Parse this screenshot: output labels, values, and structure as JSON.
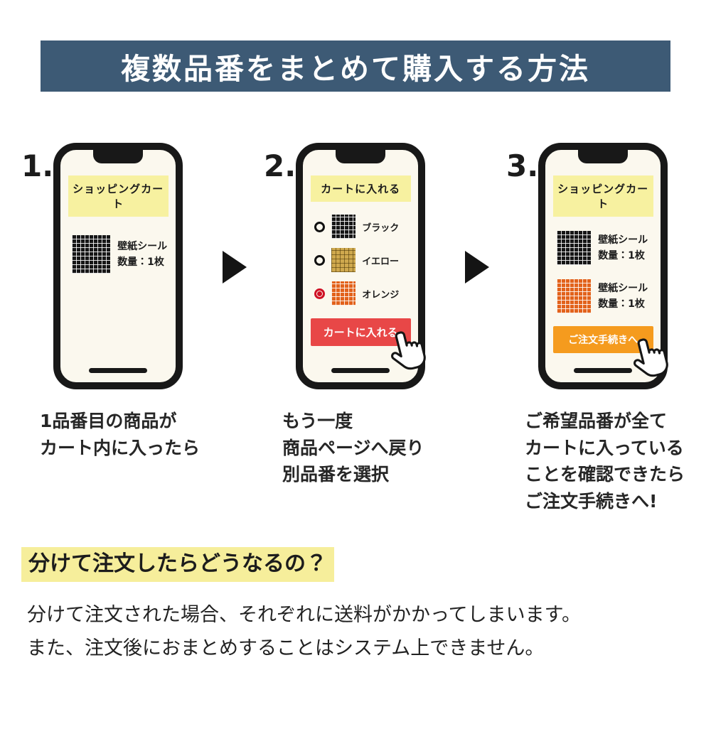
{
  "colors": {
    "banner_bg": "#3d5a75",
    "phone_screen": "#fbf8ee",
    "phone_header_bg": "#f7f1a0",
    "red_button": "#e84747",
    "orange_button": "#f59b1e",
    "highlight": "#f6ee9b",
    "radio_selected": "#cf1126"
  },
  "banner": {
    "title": "複数品番をまとめて購入する方法"
  },
  "steps": [
    {
      "number": "1.",
      "phone_header": "ショッピングカート",
      "items": [
        {
          "swatch": "black",
          "name": "壁紙シール",
          "qty": "数量：1枚"
        }
      ],
      "caption": "1品番目の商品が\nカート内に入ったら"
    },
    {
      "number": "2.",
      "phone_header": "カートに入れる",
      "options": [
        {
          "label": "ブラック",
          "swatch": "black",
          "selected": false
        },
        {
          "label": "イエロー",
          "swatch": "yellow",
          "selected": false
        },
        {
          "label": "オレンジ",
          "swatch": "orange",
          "selected": true
        }
      ],
      "button": "カートに入れる",
      "caption": "もう一度\n商品ページへ戻り\n別品番を選択"
    },
    {
      "number": "3.",
      "phone_header": "ショッピングカート",
      "items": [
        {
          "swatch": "black",
          "name": "壁紙シール",
          "qty": "数量：1枚"
        },
        {
          "swatch": "orange",
          "name": "壁紙シール",
          "qty": "数量：1枚"
        }
      ],
      "button": "ご注文手続きへ",
      "caption": "ご希望品番が全て\nカートに入っている\nことを確認できたら\nご注文手続きへ!"
    }
  ],
  "footer": {
    "heading": "分けて注文したらどうなるの？",
    "body": "分けて注文された場合、それぞれに送料がかかってしまいます。\nまた、注文後におまとめすることはシステム上できません。"
  }
}
